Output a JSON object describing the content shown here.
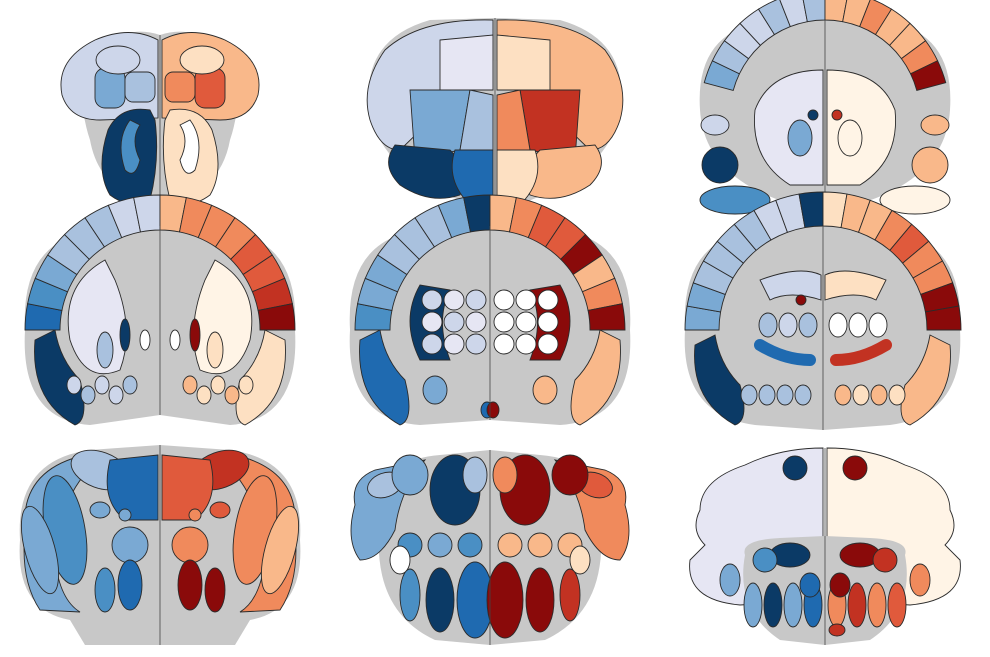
{
  "figure": {
    "panels": [
      {
        "id": "section-1",
        "shape": "bulb"
      },
      {
        "id": "section-2",
        "shape": "frontal"
      },
      {
        "id": "section-3",
        "shape": "frontal-striatum"
      },
      {
        "id": "section-4",
        "shape": "cortex-striatum"
      },
      {
        "id": "section-5",
        "shape": "thalamus"
      },
      {
        "id": "section-6",
        "shape": "hippocampus"
      },
      {
        "id": "section-7",
        "shape": "midbrain"
      },
      {
        "id": "section-8",
        "shape": "pons"
      },
      {
        "id": "section-9",
        "shape": "cerebellum"
      }
    ],
    "colors": {
      "background": "#ffffff",
      "mask": "#c8c8c8",
      "outline": "#2b2b2b",
      "blue_scale": [
        "#0b3a66",
        "#1f6ab0",
        "#4a8fc4",
        "#7aa9d3",
        "#a9c1de",
        "#cdd6ea",
        "#e6e6f3"
      ],
      "red_scale": [
        "#8a0a0a",
        "#c23222",
        "#e05a3c",
        "#f08a5c",
        "#f9b88a",
        "#fde0c2",
        "#fff4e6"
      ]
    }
  }
}
